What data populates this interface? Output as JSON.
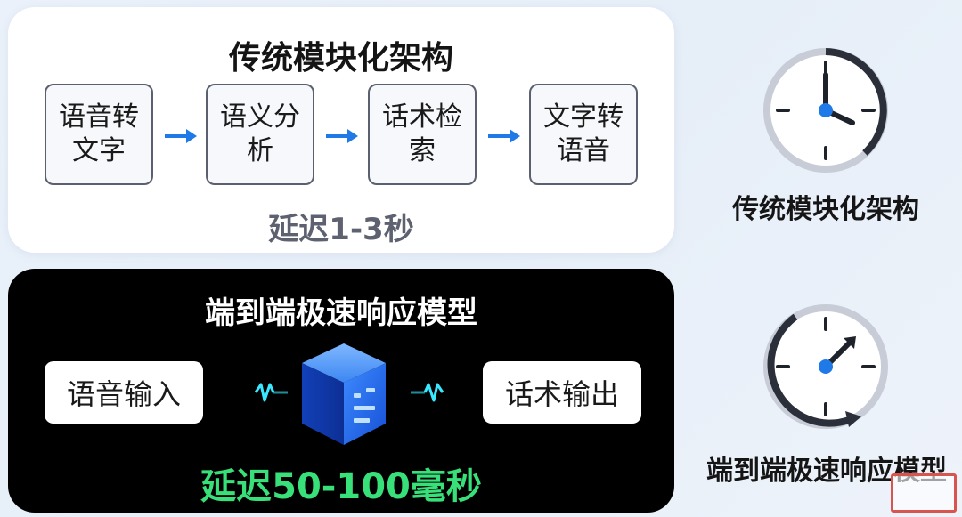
{
  "traditional": {
    "title": "传统模块化架构",
    "steps": [
      "语音转文字",
      "语义分析",
      "话术检索",
      "文字转语音"
    ],
    "latency": "延迟1-3秒"
  },
  "end_to_end": {
    "title": "端到端极速响应模型",
    "input": "语音输入",
    "output": "话术输出",
    "latency": "延迟50-100毫秒"
  },
  "legend": {
    "traditional_label": "传统模块化架构",
    "end_to_end_label": "端到端极速响应模型"
  },
  "colors": {
    "accent_blue": "#1f7ae8",
    "latency_green": "#38e07a",
    "panel_dark": "#000000",
    "panel_light": "#ffffff"
  },
  "icons": [
    "arrow-right-icon",
    "clock-icon",
    "cube-icon",
    "wave-icon"
  ]
}
